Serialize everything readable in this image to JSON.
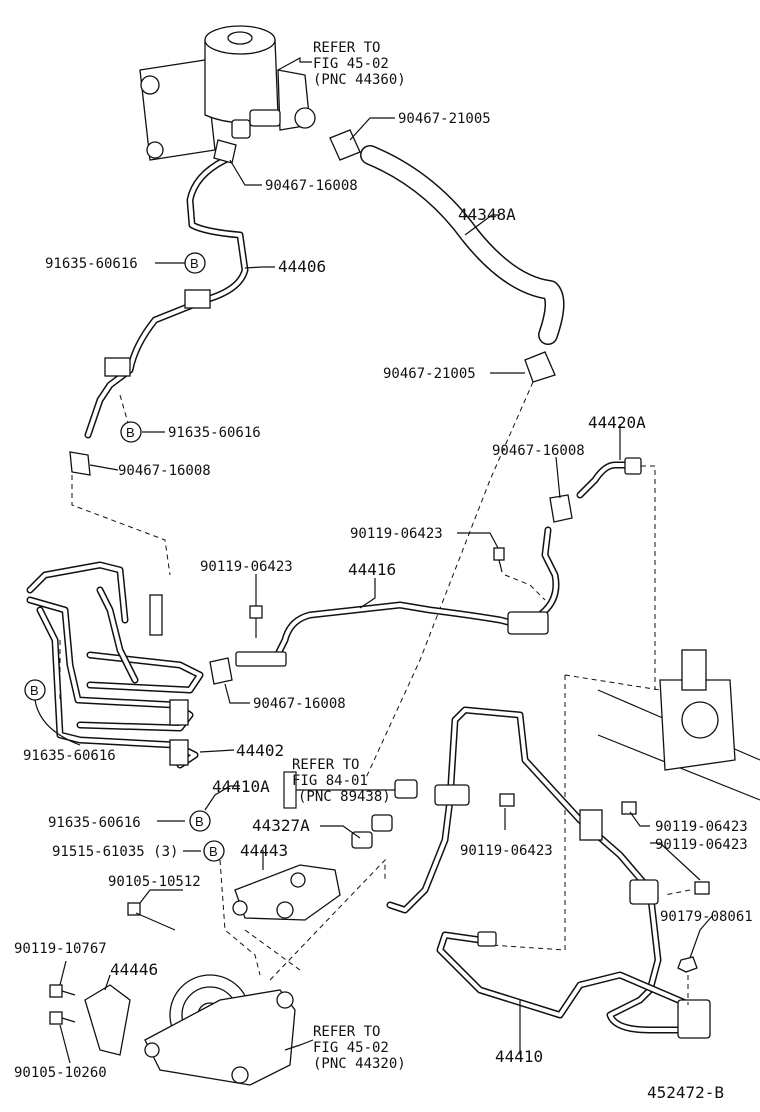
{
  "labels": {
    "refer_top": [
      "REFER TO",
      "FIG 45-02",
      "(PNC 44360)"
    ],
    "p_90467_21005_top": "90467-21005",
    "p_90467_16008_top": "90467-16008",
    "p_44348A": "44348A",
    "p_91635_60616_a": "91635-60616",
    "p_44406": "44406",
    "p_90467_21005_mid": "90467-21005",
    "p_91635_60616_b": "91635-60616",
    "p_90467_16008_left": "90467-16008",
    "p_44420A": "44420A",
    "p_90467_16008_right": "90467-16008",
    "p_90119_06423_a": "90119-06423",
    "p_90119_06423_b": "90119-06423",
    "p_44416": "44416",
    "p_90467_16008_mid": "90467-16008",
    "p_91635_60616_c": "91635-60616",
    "p_44402": "44402",
    "refer_mid": [
      "REFER TO",
      "FIG 84-01",
      "(PNC 89438)"
    ],
    "p_44410A": "44410A",
    "p_91635_60616_d": "91635-60616",
    "p_44327A": "44327A",
    "p_91515_61035": "91515-61035 (3)",
    "p_44443": "44443",
    "p_90119_06423_c": "90119-06423",
    "p_90119_06423_d": "90119-06423",
    "p_90119_06423_e": "90119-06423",
    "p_90105_10512": "90105-10512",
    "p_90179_08061": "90179-08061",
    "p_90119_10767": "90119-10767",
    "p_44446": "44446",
    "p_90105_10260": "90105-10260",
    "refer_bottom": [
      "REFER TO",
      "FIG 45-02",
      "(PNC 44320)"
    ],
    "p_44410": "44410",
    "diagram_id": "452472-B",
    "bolt_marker": "B"
  }
}
